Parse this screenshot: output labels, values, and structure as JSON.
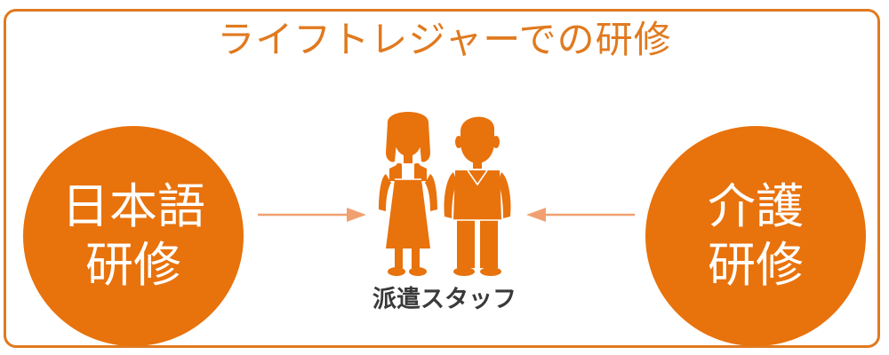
{
  "title": "ライフトレジャーでの研修",
  "left_circle": {
    "line1": "日本語",
    "line2": "研修"
  },
  "right_circle": {
    "line1": "介護",
    "line2": "研修"
  },
  "center": {
    "label": "派遣スタッフ",
    "icon": "staff-couple-icon"
  },
  "colors": {
    "accent": "#e8720c",
    "frame": "#e07a1f",
    "arrow": "#f0a070",
    "label": "#3a3a3a"
  }
}
